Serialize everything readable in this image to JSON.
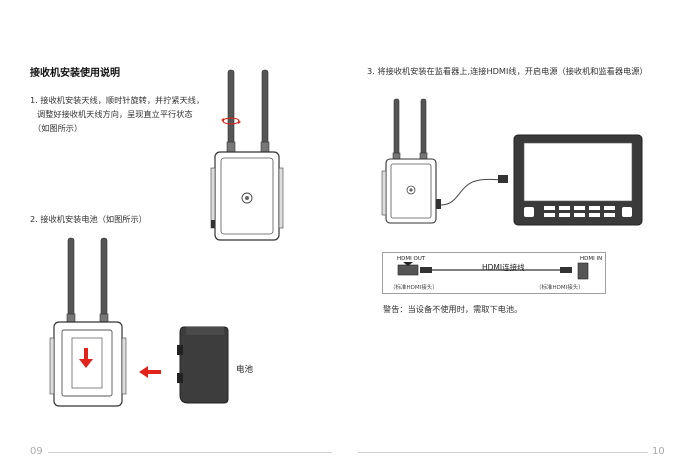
{
  "section_title": "接收机安装使用说明",
  "step1": {
    "line1": "1. 接收机安装天线，顺时针旋转，并拧紧天线，",
    "line2": "调整好接收机天线方向，呈现直立平行状态",
    "line3": "（如图所示）"
  },
  "step2": {
    "text": "2. 接收机安装电池（如图所示）"
  },
  "battery_label": "电池",
  "step3": {
    "text": "3. 将接收机安装在监看器上,连接HDMI线，开启电源（接收机和监看器电源）"
  },
  "hdmi_diagram": {
    "hdmi_out_label": "HDMI OUT",
    "hdmi_in_label": "HDMI IN",
    "cable_label": "HDMI连接线",
    "left_plug_label": "（标准HDMI接头）",
    "right_plug_label": "（标准HDMI接头）"
  },
  "warning": "警告：当设备不使用时，需取下电池。",
  "footer": {
    "left_page": "09",
    "right_page": "10"
  },
  "colors": {
    "arrow_red": "#e2231a",
    "line_gray": "#444444"
  }
}
